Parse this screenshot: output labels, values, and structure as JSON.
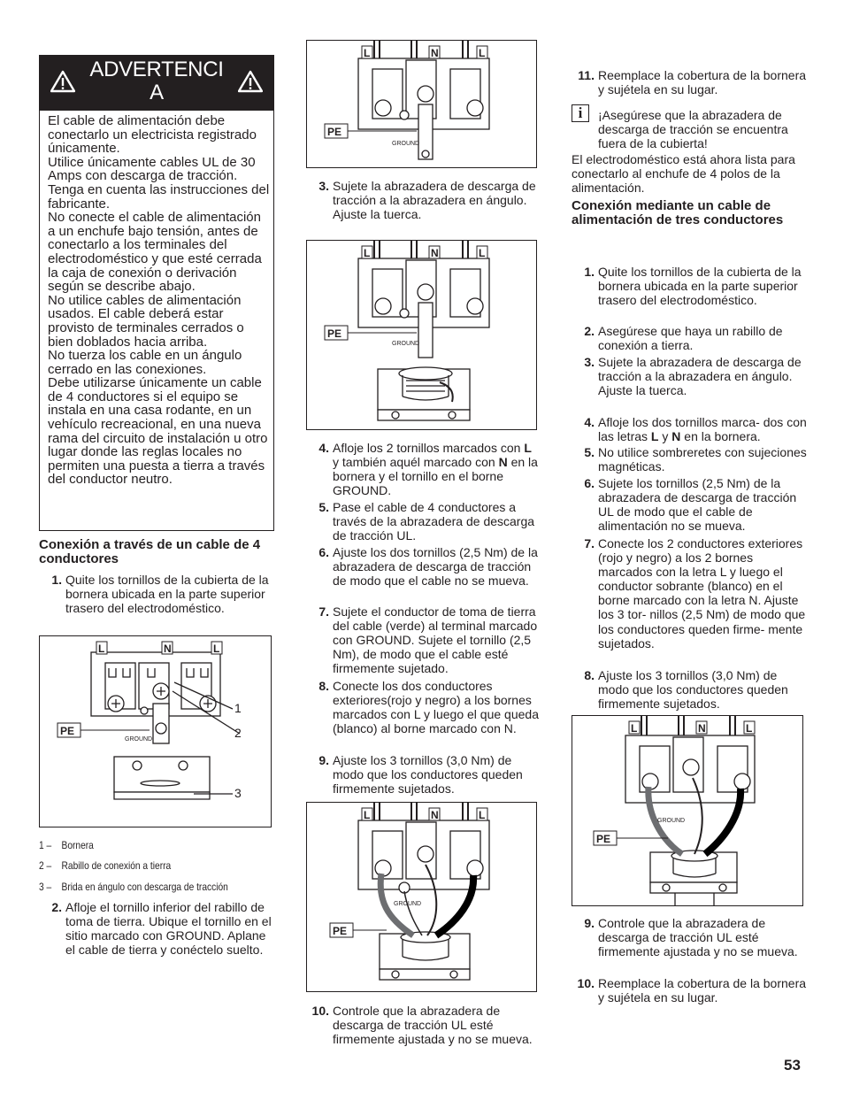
{
  "warning": {
    "title": "ADVERTENCI A",
    "paragraphs": [
      "El cable de alimentación debe conectarlo un electricista registrado únicamente.",
      "Utilice únicamente cables UL de 30 Amps con descarga de tracción. Tenga en cuenta las instrucciones del fabricante.",
      "No conecte el cable de alimentación a un enchufe bajo tensión, antes de conectarlo a los terminales del electrodoméstico y que esté cerrada la caja de conexión o derivación según se describe abajo.",
      "No utilice cables de alimentación usados. El cable deberá estar provisto de terminales cerrados o bien doblados hacia arriba.",
      "No tuerza los cable en un ángulo cerrado en las conexiones.",
      "Debe utilizarse únicamente un cable de 4 conductores si el equipo se instala en una casa rodante, en un vehículo recreacional, en una nueva rama del circuito de instalación u otro lugar donde las reglas locales no permiten una puesta a tierra a través del conductor neutro."
    ]
  },
  "sec4": {
    "heading": "Conexión a través de un cable de 4 conductores",
    "step1": "Quite los tornillos de la cubierta de la bornera ubicada en la parte superior trasero del electrodoméstico.",
    "legend": [
      {
        "num": "1",
        "sep": "–",
        "text": "Bornera"
      },
      {
        "num": "2",
        "sep": "–",
        "text": "Rabillo de conexión a tierra"
      },
      {
        "num": "3",
        "sep": "–",
        "text": "Brida en ángulo con descarga de tracción"
      }
    ],
    "step2": "Afloje el tornillo inferior del rabillo de toma de tierra. Ubique el tornillo en el sitio marcado con GROUND. Aplane el cable de tierra y conéctelo suelto.",
    "step3": "Sujete la abrazadera de descarga de tracción a la abrazadera en ángulo. Ajuste la tuerca.",
    "step4a": "Afloje los 2 tornillos marcados con ",
    "step4b": "L",
    "step4c": " y también aquél marcado con ",
    "step4d": "N",
    "step4e": " en la bornera y el tornillo en el borne GROUND.",
    "step5": "Pase el cable de 4 conductores a través de la abrazadera de descarga de tracción UL.",
    "step6": "Ajuste los dos tornillos (2,5 Nm) de la abrazadera de descarga de tracción de modo que el cable no se mueva.",
    "step7": "Sujete el conductor de toma de tierra del cable (verde) al terminal marcado con GROUND. Sujete el tornillo (2,5 Nm), de modo que el cable esté firmemente sujetado.",
    "step8": "Conecte los dos conductores exteriores(rojo y negro) a los bornes marcados con L y luego el que queda (blanco) al borne marcado con N.",
    "step9": "Ajuste los 3 tornillos (3,0 Nm) de modo que los conductores queden firmemente sujetados.",
    "step10": "Controle que la abrazadera de descarga de tracción UL esté firmemente ajustada y no se mueva.",
    "step11": "Reemplace la cobertura de la bornera y sujétela en su lugar.",
    "info": "¡Asegúrese que la abrazadera de descarga de tracción se encuentra fuera de la cubierta!",
    "ready": "El electrodoméstico está ahora lista para conectarlo al enchufe de 4 polos de la alimentación."
  },
  "sec3": {
    "heading": "Conexión mediante un cable de alimentación de tres conductores",
    "step1": "Quite los tornillos de la cubierta de la bornera ubicada en la parte superior trasero del electrodoméstico.",
    "step2": "Asegúrese que haya un rabillo de conexión a tierra.",
    "step3": "Sujete la abrazadera de descarga de tracción a la abrazadera en ángulo. Ajuste la tuerca.",
    "step4a": "Afloje los dos tornillos marca- dos con las letras ",
    "step4b": "L",
    "step4c": " y ",
    "step4d": "N",
    "step4e": " en la bornera.",
    "step5": "No utilice sombreretes con sujeciones magnéticas.",
    "step6": "Sujete los tornillos (2,5 Nm) de la abrazadera de descarga de tracción UL de modo que el cable de alimentación no se mueva.",
    "step7": "Conecte los 2 conductores exteriores (rojo y negro) a los 2 bornes marcados con la letra L y luego el conductor sobrante (blanco) en el borne marcado con la letra N. Ajuste los 3 tor- nillos (2,5 Nm) de modo que los conductores queden firme- mente sujetados.",
    "step8": "Ajuste los 3 tornillos (3,0 Nm) de modo que los conductores queden firmemente sujetados.",
    "step9": "Controle que la abrazadera de descarga de tracción UL esté firmemente ajustada y no se mueva.",
    "step10": "Reemplace la cobertura de la bornera y sujétela en su lugar."
  },
  "labels": {
    "L": "L",
    "N": "N",
    "PE": "PE",
    "GROUND": "GROUND",
    "c1": "1",
    "c2": "2",
    "c3": "3"
  },
  "numbers": {
    "s1": "1.",
    "s2": "2.",
    "s3": "3.",
    "s4": "4.",
    "s5": "5.",
    "s6": "6.",
    "s7": "7.",
    "s8": "8.",
    "s9": "9.",
    "s10": "10.",
    "s11": "11."
  },
  "info_icon": "i",
  "page_number": "53"
}
